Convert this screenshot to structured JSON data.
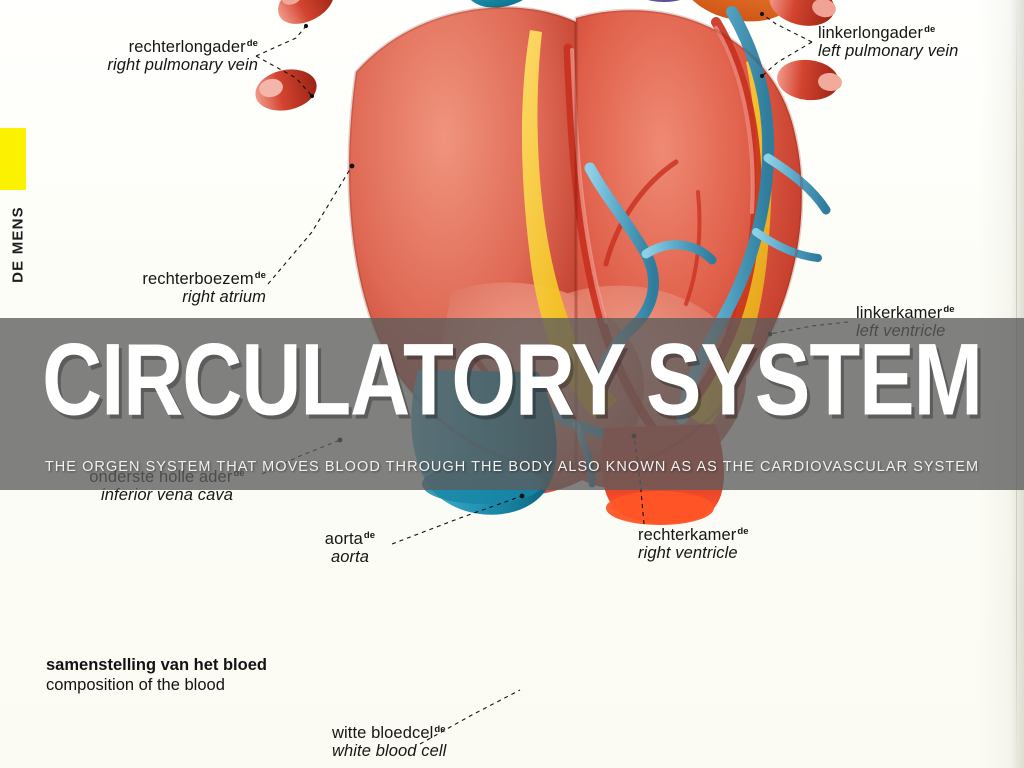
{
  "slide": {
    "title": "CIRCULATORY SYSTEM",
    "subtitle": "THE ORGEN SYSTEM THAT MOVES BLOOD THROUGH THE BODY ALSO KNOWN AS AS THE CARDIOVASCULAR SYSTEM",
    "band_color": "#5c5c5c",
    "title_color": "#ffffff",
    "subtitle_color": "#f2f2f2"
  },
  "page": {
    "side_tab_color": "#fbf200",
    "chapter_label": "DE MENS",
    "background_color": "#fdfdf8"
  },
  "labels": [
    {
      "id": "right-pulmonary-vein",
      "nl": "rechterlongader",
      "sup": "de",
      "en": "right pulmonary vein"
    },
    {
      "id": "left-pulmonary-vein",
      "nl": "linkerlongader",
      "sup": "de",
      "en": "left pulmonary vein"
    },
    {
      "id": "right-atrium",
      "nl": "rechterboezem",
      "sup": "de",
      "en": "right atrium"
    },
    {
      "id": "left-ventricle",
      "nl": "linkerkamer",
      "sup": "de",
      "en": "left ventricle"
    },
    {
      "id": "inferior-vena-cava",
      "nl": "onderste holle ader",
      "sup": "de",
      "en": "inferior vena cava"
    },
    {
      "id": "aorta",
      "nl": "aorta",
      "sup": "de",
      "en": "aorta"
    },
    {
      "id": "right-ventricle",
      "nl": "rechterkamer",
      "sup": "de",
      "en": "right ventricle"
    },
    {
      "id": "white-blood-cell",
      "nl": "witte bloedcel",
      "sup": "de",
      "en": "white blood cell"
    }
  ],
  "blood_section": {
    "nl": "samenstelling van het bloed",
    "en": "composition of the blood"
  },
  "illustration": {
    "name": "human-heart-anatomy-diagram",
    "palette": {
      "muscle_red": "#d8422f",
      "muscle_light": "#e5705c",
      "artery_red": "#c8301f",
      "vein_blue": "#4fa3c4",
      "fat_yellow": "#f2c829",
      "pulmonary_teal": "#1f94b4",
      "violet_vessel": "#6d5fa8",
      "orange_vessel": "#e2702a"
    }
  }
}
